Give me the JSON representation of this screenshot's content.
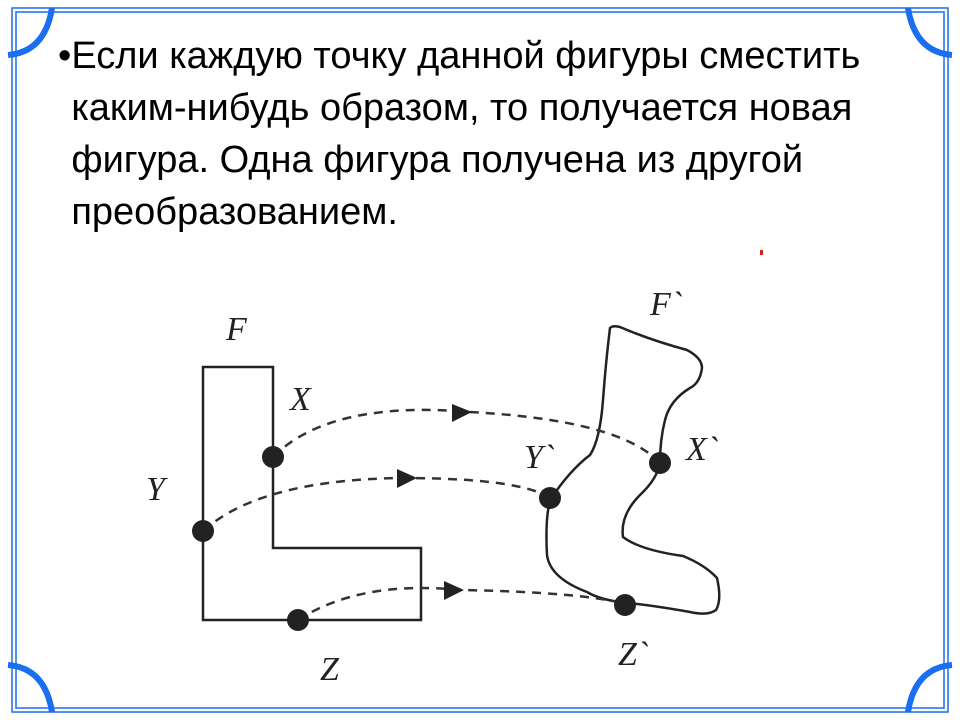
{
  "slide": {
    "bullet": "•",
    "text": "Если каждую точку данной фигуры сместить каким-нибудь образом, то получается новая фигура. Одна фигура получена из другой преобразованием."
  },
  "diagram": {
    "labels": {
      "F": "F",
      "X": "X",
      "Y": "Y",
      "Z": "Z",
      "F2": "F`",
      "X2": "X`",
      "Y2": "Y`",
      "Z2": "Z`"
    }
  },
  "colors": {
    "frame": "#1a6ff0"
  }
}
